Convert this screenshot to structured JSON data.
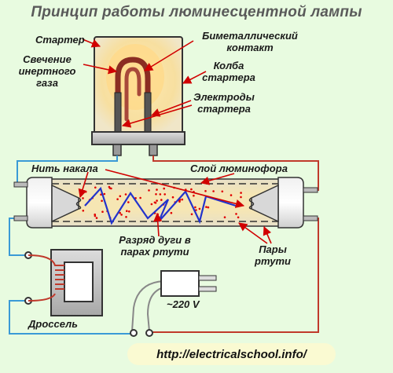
{
  "title": "Принцип работы люминесцентной лампы",
  "labels": {
    "starter": "Стартер",
    "glow": [
      "Свечение",
      "инертного",
      "газа"
    ],
    "bimetal": [
      "Биметаллический",
      "контакт"
    ],
    "bulb": [
      "Колба",
      "стартера"
    ],
    "electrodes": [
      "Электроды",
      "стартера"
    ],
    "filament": "Нить накала",
    "phosphor": "Слой люминофора",
    "arc": [
      "Разряд дуги в",
      "парах ртути"
    ],
    "mercury": [
      "Пары",
      "ртути"
    ],
    "voltage": "~220 V",
    "choke": "Дроссель"
  },
  "url": "http://electricalschool.info/",
  "colors": {
    "background": "#e8fbe0",
    "wire_blue": "#3a9ad6",
    "wire_red": "#c0392b",
    "arrow": "#d10000",
    "arc": "#2233cc",
    "mercury_dots": "#e00000",
    "tube_glow": "#f5e2a8"
  }
}
